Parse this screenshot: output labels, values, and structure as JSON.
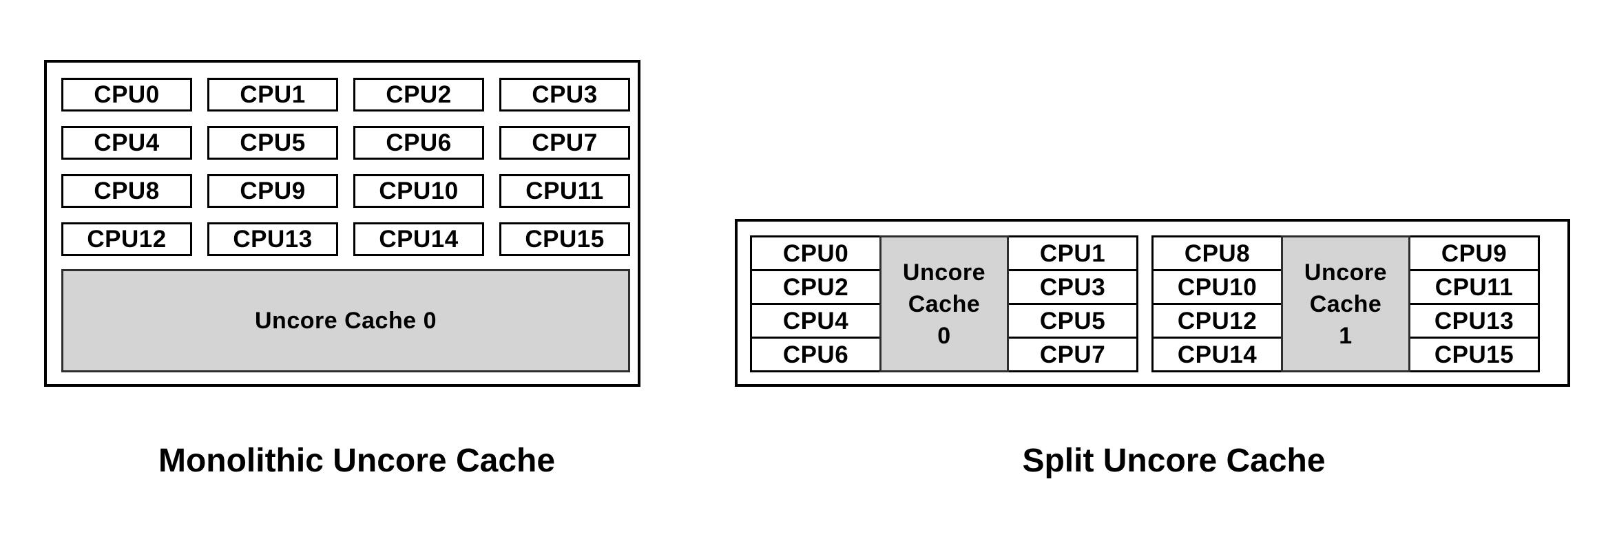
{
  "monolithic": {
    "caption": "Monolithic Uncore Cache",
    "cpus": [
      "CPU0",
      "CPU1",
      "CPU2",
      "CPU3",
      "CPU4",
      "CPU5",
      "CPU6",
      "CPU7",
      "CPU8",
      "CPU9",
      "CPU10",
      "CPU11",
      "CPU12",
      "CPU13",
      "CPU14",
      "CPU15"
    ],
    "cache_label": "Uncore Cache 0"
  },
  "split": {
    "caption": "Split Uncore Cache",
    "clusters": [
      {
        "left_cpus": [
          "CPU0",
          "CPU2",
          "CPU4",
          "CPU6"
        ],
        "cache_label": "Uncore Cache 0",
        "right_cpus": [
          "CPU1",
          "CPU3",
          "CPU5",
          "CPU7"
        ]
      },
      {
        "left_cpus": [
          "CPU8",
          "CPU10",
          "CPU12",
          "CPU14"
        ],
        "cache_label": "Uncore Cache 1",
        "right_cpus": [
          "CPU9",
          "CPU11",
          "CPU13",
          "CPU15"
        ]
      }
    ]
  },
  "colors": {
    "cache_fill": "#d4d4d4",
    "border": "#000000",
    "background": "#ffffff",
    "text": "#000000"
  }
}
